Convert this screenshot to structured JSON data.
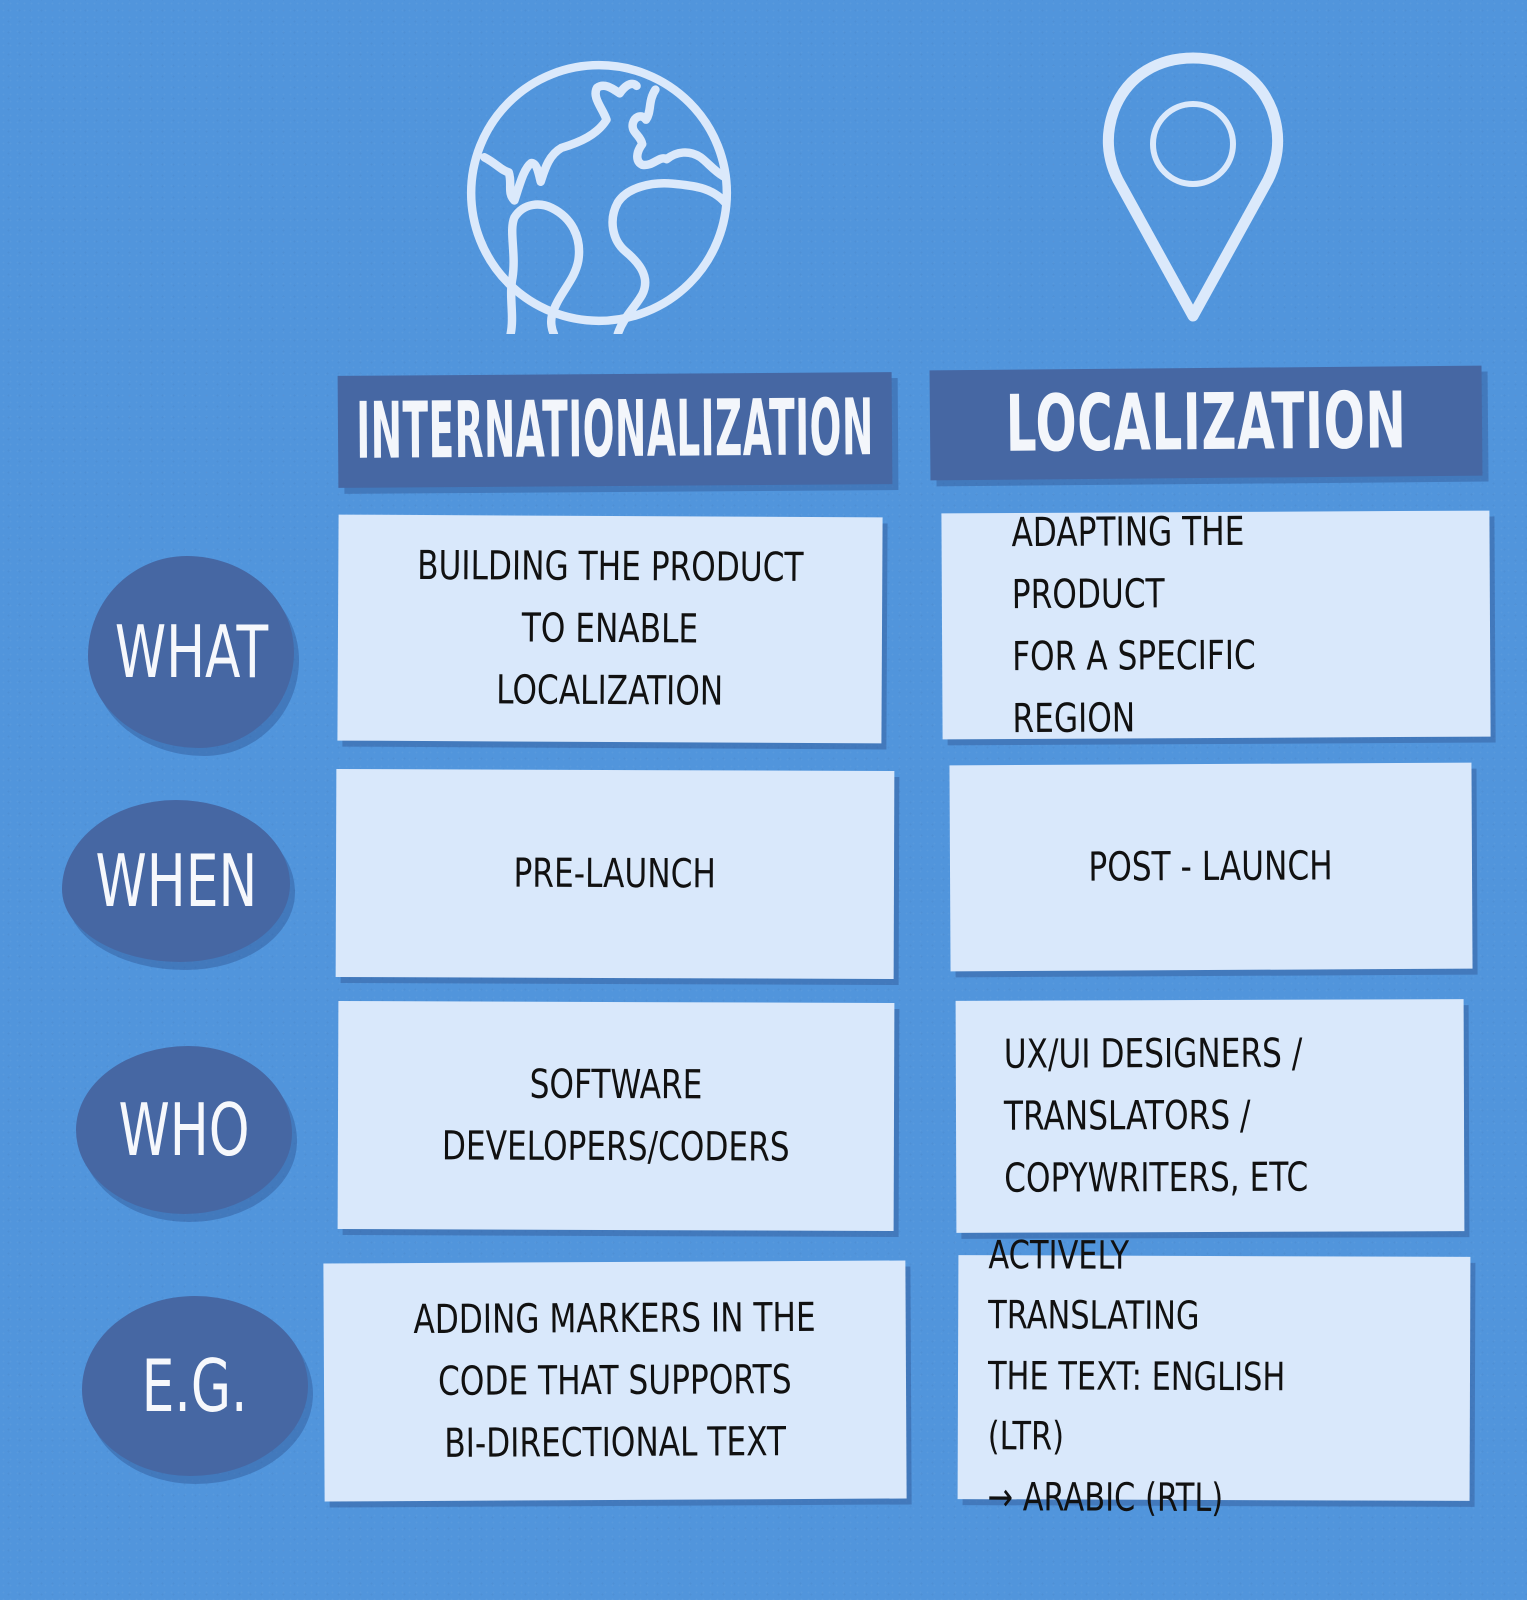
{
  "colors": {
    "background": "#5195dc",
    "header_fill": "#4667a3",
    "cell_fill": "#d9e8fb",
    "icon_stroke": "#dbe9fb",
    "text_dark": "#111111",
    "text_light": "#f3f6fb"
  },
  "icons": {
    "left": "globe-icon",
    "right": "location-pin-icon"
  },
  "columns": [
    {
      "id": "i18n",
      "title": "INTERNATIONALIZATION"
    },
    {
      "id": "l10n",
      "title": "LOCALIZATION"
    }
  ],
  "rows": [
    {
      "label": "WHAT",
      "i18n": "BUILDING THE PRODUCT\nTO ENABLE LOCALIZATION",
      "l10n": "ADAPTING THE PRODUCT\nFOR A SPECIFIC REGION"
    },
    {
      "label": "WHEN",
      "i18n": "PRE-LAUNCH",
      "l10n": "POST - LAUNCH"
    },
    {
      "label": "WHO",
      "i18n": "SOFTWARE\nDEVELOPERS/CODERS",
      "l10n": "UX/UI DESIGNERS /\nTRANSLATORS /\nCOPYWRITERS, ETC"
    },
    {
      "label": "E.G.",
      "i18n": "ADDING MARKERS IN THE\nCODE THAT SUPPORTS\nBI-DIRECTIONAL TEXT",
      "l10n": "ACTIVELY TRANSLATING\nTHE TEXT: ENGLISH (LTR)\n→ ARABIC (RTL)"
    }
  ]
}
